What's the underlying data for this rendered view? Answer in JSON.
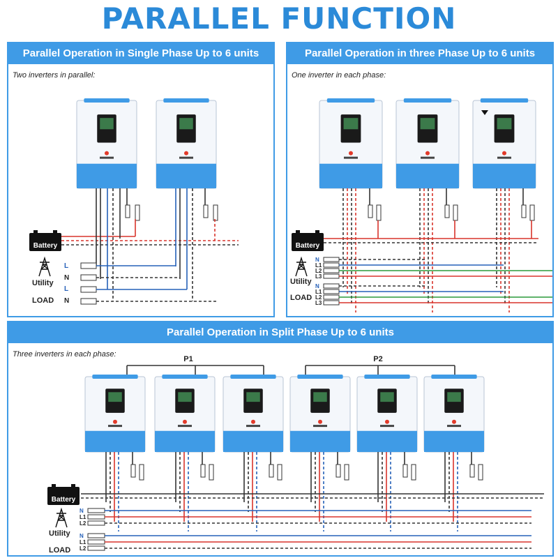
{
  "title": "PARALLEL FUNCTION",
  "panels": {
    "single": {
      "header": "Parallel Operation in Single Phase Up to 6 units",
      "subtitle": "Two inverters in parallel:",
      "labels": {
        "battery": "Battery",
        "utility": "Utility",
        "load": "LOAD",
        "l1": "L",
        "n1": "N",
        "l2": "L",
        "n2": "N"
      }
    },
    "three": {
      "header": "Parallel Operation in three Phase Up to 6 units",
      "subtitle": "One inverter in each phase:",
      "labels": {
        "battery": "Battery",
        "utility": "Utility",
        "load": "LOAD",
        "u_n": "N",
        "u_l1": "L1",
        "u_l2": "L2",
        "u_l3": "L3",
        "l_n": "N",
        "l_l1": "L1",
        "l_l2": "L2",
        "l_l3": "L3"
      }
    },
    "split": {
      "header": "Parallel Operation in Split Phase Up to 6 units",
      "subtitle": "Three inverters in each phase:",
      "labels": {
        "battery": "Battery",
        "utility": "Utility",
        "load": "LOAD",
        "p1": "P1",
        "p2": "P2",
        "u_n": "N",
        "u_l1": "L1",
        "u_l2": "L2",
        "l_n": "N",
        "l_l1": "L1",
        "l_l2": "L2"
      }
    }
  },
  "colors": {
    "accent": "#3f9be6",
    "title": "#2b8ad8",
    "red": "#d9342b",
    "blue": "#2560b8",
    "green": "#2a9a3a"
  }
}
